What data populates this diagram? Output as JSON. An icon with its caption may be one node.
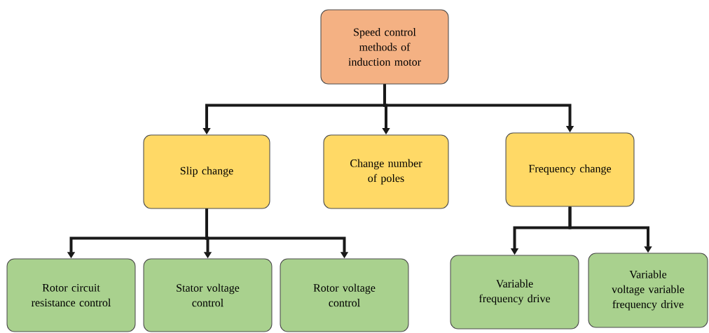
{
  "diagram": {
    "nodes": [
      {
        "text": [
          "Speed control methods of induction motor"
        ]
      },
      {
        "text": [
          "Slip change"
        ]
      },
      {
        "text": [
          "Change number of poles"
        ]
      },
      {
        "text": [
          "Frequency change"
        ]
      },
      {
        "text": [
          "Rotor circuit resistance control"
        ]
      },
      {
        "text": [
          "Stator voltage control"
        ]
      },
      {
        "text": [
          "Rotor voltage control"
        ]
      },
      {
        "text": [
          "Variable frequency drive"
        ]
      },
      {
        "text": [
          "Variable voltage variable frequency drive"
        ]
      }
    ],
    "edges": [
      {
        "from": 0,
        "to": 1,
        "arrow": "to"
      },
      {
        "from": 0,
        "to": 2,
        "arrow": "to"
      },
      {
        "from": 0,
        "to": 3,
        "arrow": "to"
      },
      {
        "from": 1,
        "to": 4,
        "arrow": "to"
      },
      {
        "from": 1,
        "to": 5,
        "arrow": "to"
      },
      {
        "from": 1,
        "to": 6,
        "arrow": "to"
      },
      {
        "from": 3,
        "to": 7,
        "arrow": "to"
      },
      {
        "from": 3,
        "to": 8,
        "arrow": "to"
      }
    ]
  }
}
